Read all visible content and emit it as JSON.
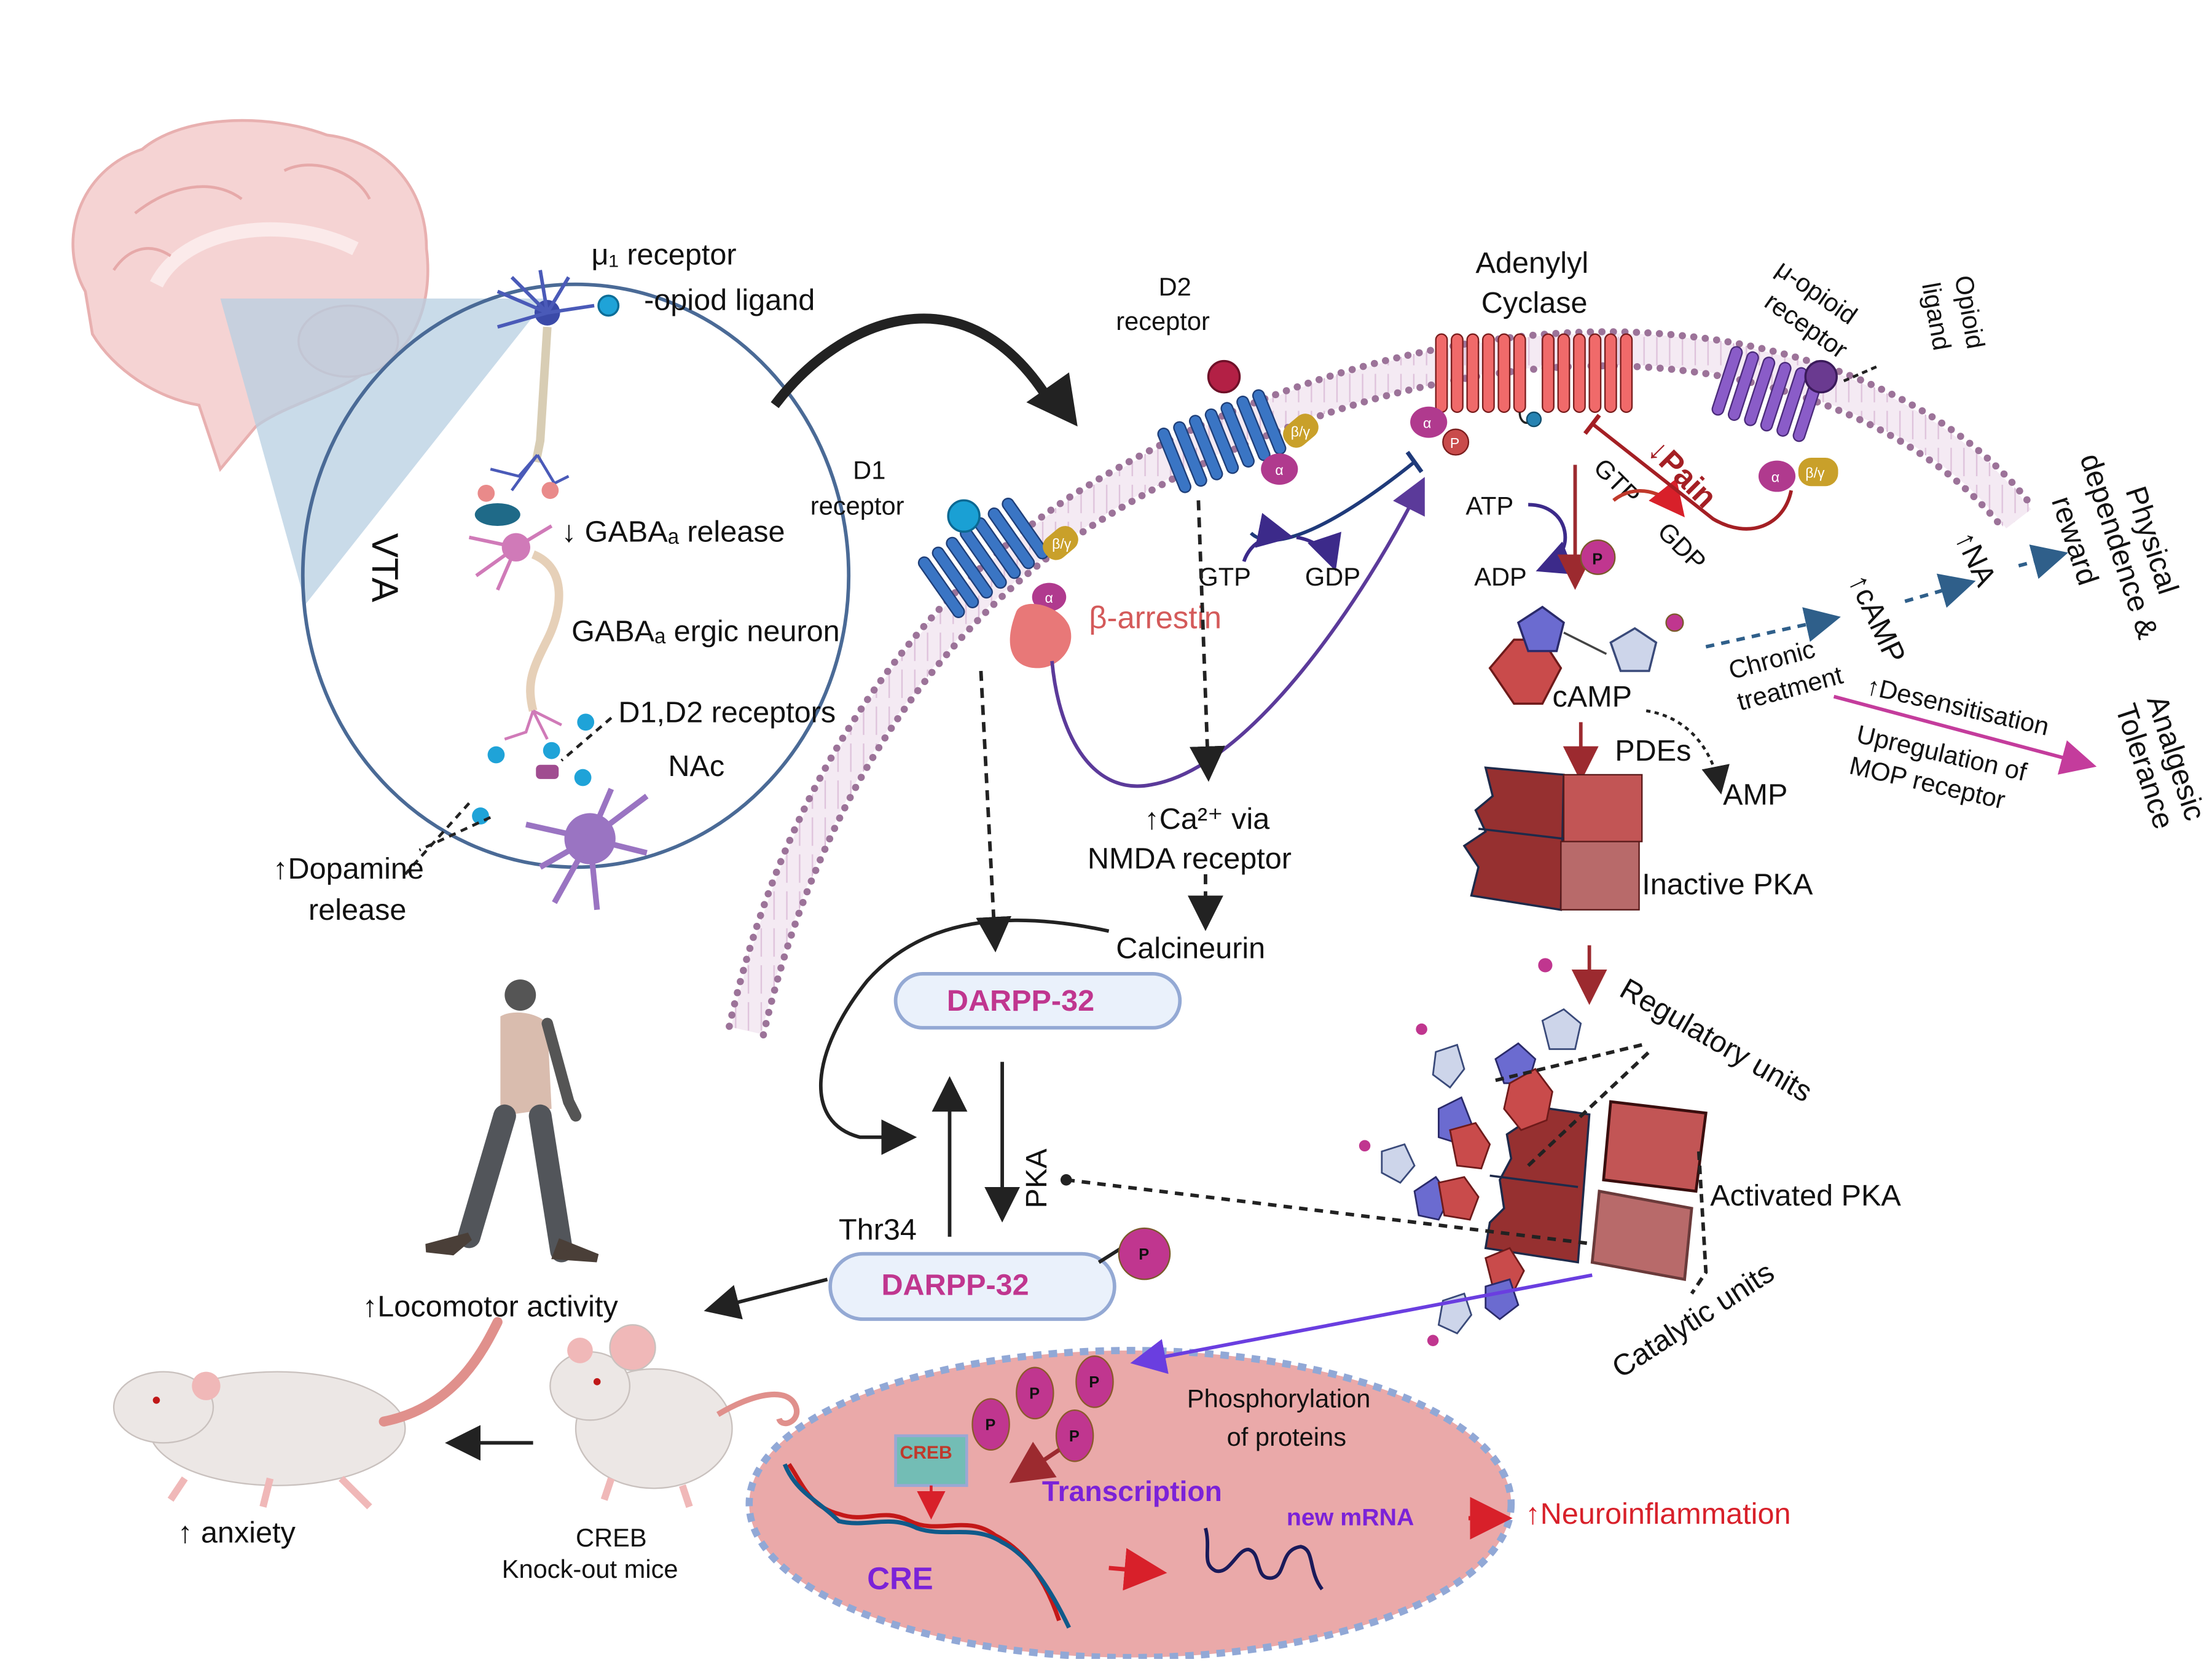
{
  "figure": {
    "type": "signaling-pathway-diagram",
    "subject": "Opioid / dopamine signaling via DARPP-32, PKA and CREB"
  },
  "vta": {
    "region_label": "VTA",
    "mu_receptor_label": "μ₁ receptor",
    "opioid_ligand_label": "-opiod ligand",
    "gaba_release_label": "↓ GABAₐ release",
    "gaba_neuron_label": "GABAₐ ergic neuron",
    "d1d2_label": "D1,D2 receptors",
    "nac_label": "NAc",
    "dopamine_label_line1": "↑Dopamine",
    "dopamine_label_line2": "release"
  },
  "membrane": {
    "d1_line1": "D1",
    "d1_line2": "receptor",
    "d2_line1": "D2",
    "d2_line2": "receptor",
    "ac_line1": "Adenylyl",
    "ac_line2": "Cyclase",
    "mor_line1": "μ-opioid",
    "mor_line2": "receptor",
    "opioid_ligand_line1": "Opioid",
    "opioid_ligand_line2": "ligand",
    "beta_arrestin": "β-arrestin",
    "alpha": "α",
    "beta_gamma": "β/γ",
    "p": "P"
  },
  "cytosol": {
    "gtp_left": "GTP",
    "gdp_left": "GDP",
    "ca_line1": "↑Ca²⁺ via",
    "ca_line2": "NMDA receptor",
    "calcineurin": "Calcineurin",
    "atp": "ATP",
    "adp": "ADP",
    "gtp_right": "GTP",
    "gdp_right": "GDP",
    "pain": "↓Pain",
    "camp": "cAMP",
    "pdes": "PDEs",
    "amp": "AMP",
    "inactive_pka": "Inactive PKA",
    "regulatory_units": "Regulatory  units",
    "activated_pka": "Activated  PKA",
    "catalytic_units": "Catalytic units"
  },
  "tolerance": {
    "chronic_line1": "Chronic",
    "chronic_line2": "treatment",
    "up_camp": "↑cAMP",
    "up_na": "↑NA",
    "physical_line1": "Physical",
    "physical_line2": "dependence &",
    "physical_line3": "reward",
    "desensitisation": "↑Desensitisation",
    "upreg_line1": "Upregulation of",
    "upreg_line2": "MOP receptor",
    "analgesic_line1": "Analgesic",
    "analgesic_line2": "Tolerance"
  },
  "darpp": {
    "top_label": "DARPP-32",
    "bottom_label": "DARPP-32",
    "thr34": "Thr34",
    "pka": "PKA",
    "p": "P"
  },
  "behavior": {
    "locomotor": "↑Locomotor activity",
    "anxiety": "↑ anxiety",
    "creb_ko_line1": "CREB",
    "creb_ko_line2": "Knock-out  mice"
  },
  "nucleus": {
    "phospho_line1": "Phosphorylation",
    "phospho_line2": "of proteins",
    "creb": "CREB",
    "transcription": "Transcription",
    "cre": "CRE",
    "new_mrna": "new mRNA",
    "neuroinflammation": "↑Neuroinflammation",
    "p": "P"
  },
  "colors": {
    "membrane_dots": "#9c7399",
    "gpcr_blue": "#3a75c4",
    "adenylyl_cyclase": "#f06a6a",
    "mor_purple": "#8a5cc8",
    "g_alpha": "#b03a8e",
    "g_beta_gamma": "#c9a02a",
    "pka_dark": "#963030",
    "camp_hex": "#c94b4b",
    "camp_pent": "#6b6bd0",
    "darpp_text": "#c0368f",
    "nucleus_fill": "#eaa9a9",
    "nucleus_border": "#91a8d6",
    "neuroinflammation": "#d8202a",
    "transcription": "#7b22d8"
  }
}
